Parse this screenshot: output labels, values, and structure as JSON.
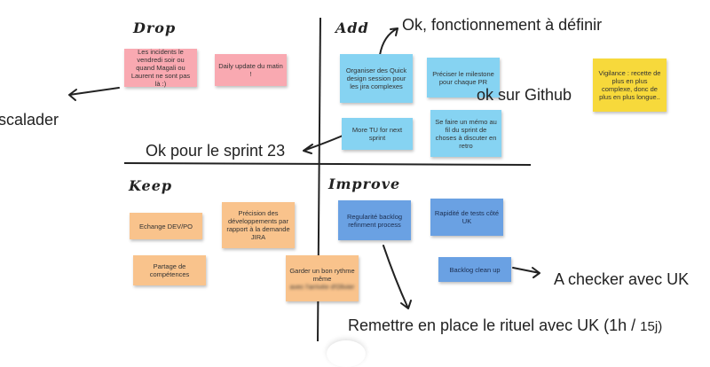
{
  "quadrants": {
    "drop": "Drop",
    "add": "Add",
    "keep": "Keep",
    "improve": "Improve"
  },
  "notes": {
    "drop_incidents": "Les incidents le vendredi soir ou quand Magali ou Laurent ne sont pas là :)",
    "drop_update": "Daily update du matin !",
    "add_quick_design": "Organiser des Quick design session pour les jira complexes",
    "add_milestone": "Préciser le milestone pour chaque PR",
    "add_more_tu": "More TU for next sprint",
    "add_memo": "Se faire un mémo au fil du sprint de choses à discuter en retro",
    "vigilance": "Vigilance : recette de plus en plus complexe, donc de plus en plus longue..",
    "keep_echange": "Echange DEV/PO",
    "keep_precision": "Précision des développements par rapport à la demande JIRA",
    "keep_partage": "Partage de compétences",
    "keep_rythme_a": "Garder un bon rythme même",
    "keep_rythme_b": "avec l'arrivée d'Olivier",
    "improve_regularite": "Regularité backlog refinment process",
    "improve_rapidite": "Rapidité de tests côté UK",
    "improve_backlog": "Backlog clean up"
  },
  "annotations": {
    "ok_fonctionnement": "Ok, fonctionnement à définir",
    "ok_github": "ok sur Github",
    "escalader": "scalader",
    "ok_sprint": "Ok pour le sprint 23",
    "a_checker": "A checker avec UK",
    "remettre": "Remettre en place le rituel avec UK (1h /",
    "remettre_tail": "15j)"
  },
  "colors": {
    "pink": "#f9a9b1",
    "cyan": "#86d3f2",
    "yellow": "#f7d93b",
    "orange": "#f9c38c",
    "blue": "#6aa1e3"
  }
}
